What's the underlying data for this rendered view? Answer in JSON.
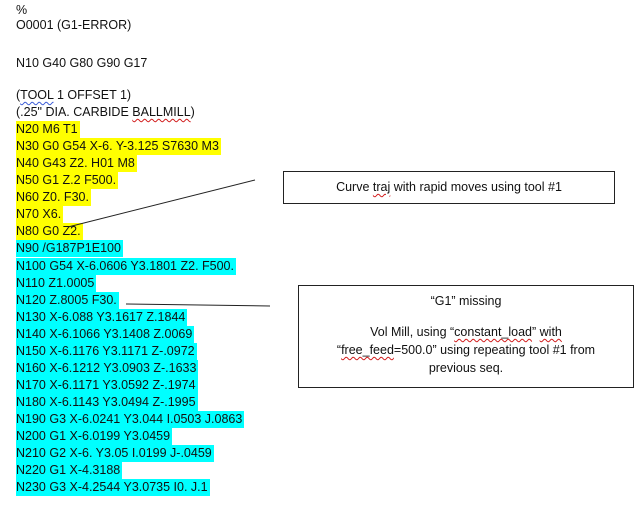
{
  "code_lines": [
    {
      "text": "%",
      "highlight": "none"
    },
    {
      "text": "O0001 (G1-ERROR)",
      "highlight": "none"
    },
    {
      "text": "",
      "highlight": "none"
    },
    {
      "text": "N10 G40 G80 G90 G17",
      "highlight": "none"
    },
    {
      "text": "",
      "highlight": "none"
    },
    {
      "text": "(TOOL 1 OFFSET 1)",
      "highlight": "none"
    },
    {
      "text": "(.25\" DIA. CARBIDE BALLMILL)",
      "highlight": "none"
    },
    {
      "text": "N20 M6 T1",
      "highlight": "yellow"
    },
    {
      "text": "N30 G0 G54 X-6. Y-3.125 S7630 M3",
      "highlight": "yellow"
    },
    {
      "text": "N40 G43 Z2. H01 M8",
      "highlight": "yellow"
    },
    {
      "text": "N50 G1 Z.2 F500.",
      "highlight": "yellow"
    },
    {
      "text": "N60 Z0. F30.",
      "highlight": "yellow"
    },
    {
      "text": "N70 X6.",
      "highlight": "yellow"
    },
    {
      "text": "N80 G0 Z2.",
      "highlight": "yellow"
    },
    {
      "text": "N90 /G187P1E100",
      "highlight": "cyan"
    },
    {
      "text": "N100 G54 X-6.0606 Y3.1801 Z2. F500.",
      "highlight": "cyan"
    },
    {
      "text": "N110 Z1.0005",
      "highlight": "cyan"
    },
    {
      "text": "N120 Z.8005 F30.",
      "highlight": "cyan"
    },
    {
      "text": "N130 X-6.088 Y3.1617 Z.1844",
      "highlight": "cyan"
    },
    {
      "text": "N140 X-6.1066 Y3.1408 Z.0069",
      "highlight": "cyan"
    },
    {
      "text": "N150 X-6.1176 Y3.1171 Z-.0972",
      "highlight": "cyan"
    },
    {
      "text": "N160 X-6.1212 Y3.0903 Z-.1633",
      "highlight": "cyan"
    },
    {
      "text": "N170 X-6.1171 Y3.0592 Z-.1974",
      "highlight": "cyan"
    },
    {
      "text": "N180 X-6.1143 Y3.0494 Z-.1995",
      "highlight": "cyan"
    },
    {
      "text": "N190 G3 X-6.0241 Y3.044 I.0503 J.0863",
      "highlight": "cyan"
    },
    {
      "text": "N200 G1 X-6.0199 Y3.0459",
      "highlight": "cyan"
    },
    {
      "text": "N210 G2 X-6. Y3.05 I.0199 J-.0459",
      "highlight": "cyan"
    },
    {
      "text": "N220 G1 X-4.3188",
      "highlight": "cyan"
    },
    {
      "text": "N230 G3 X-4.2544 Y3.0735 I0. J.1",
      "highlight": "cyan"
    }
  ],
  "callout1": {
    "text": "Curve traj with rapid moves using tool #1"
  },
  "callout2": {
    "line1": "“G1” missing",
    "line2": "Vol Mill, using “constant_load” with",
    "line3": "“free_feed=500.0” using repeating tool #1 from",
    "line4": "previous seq."
  },
  "colors": {
    "yellow_highlight": "#ffff00",
    "cyan_highlight": "#00ffff"
  }
}
